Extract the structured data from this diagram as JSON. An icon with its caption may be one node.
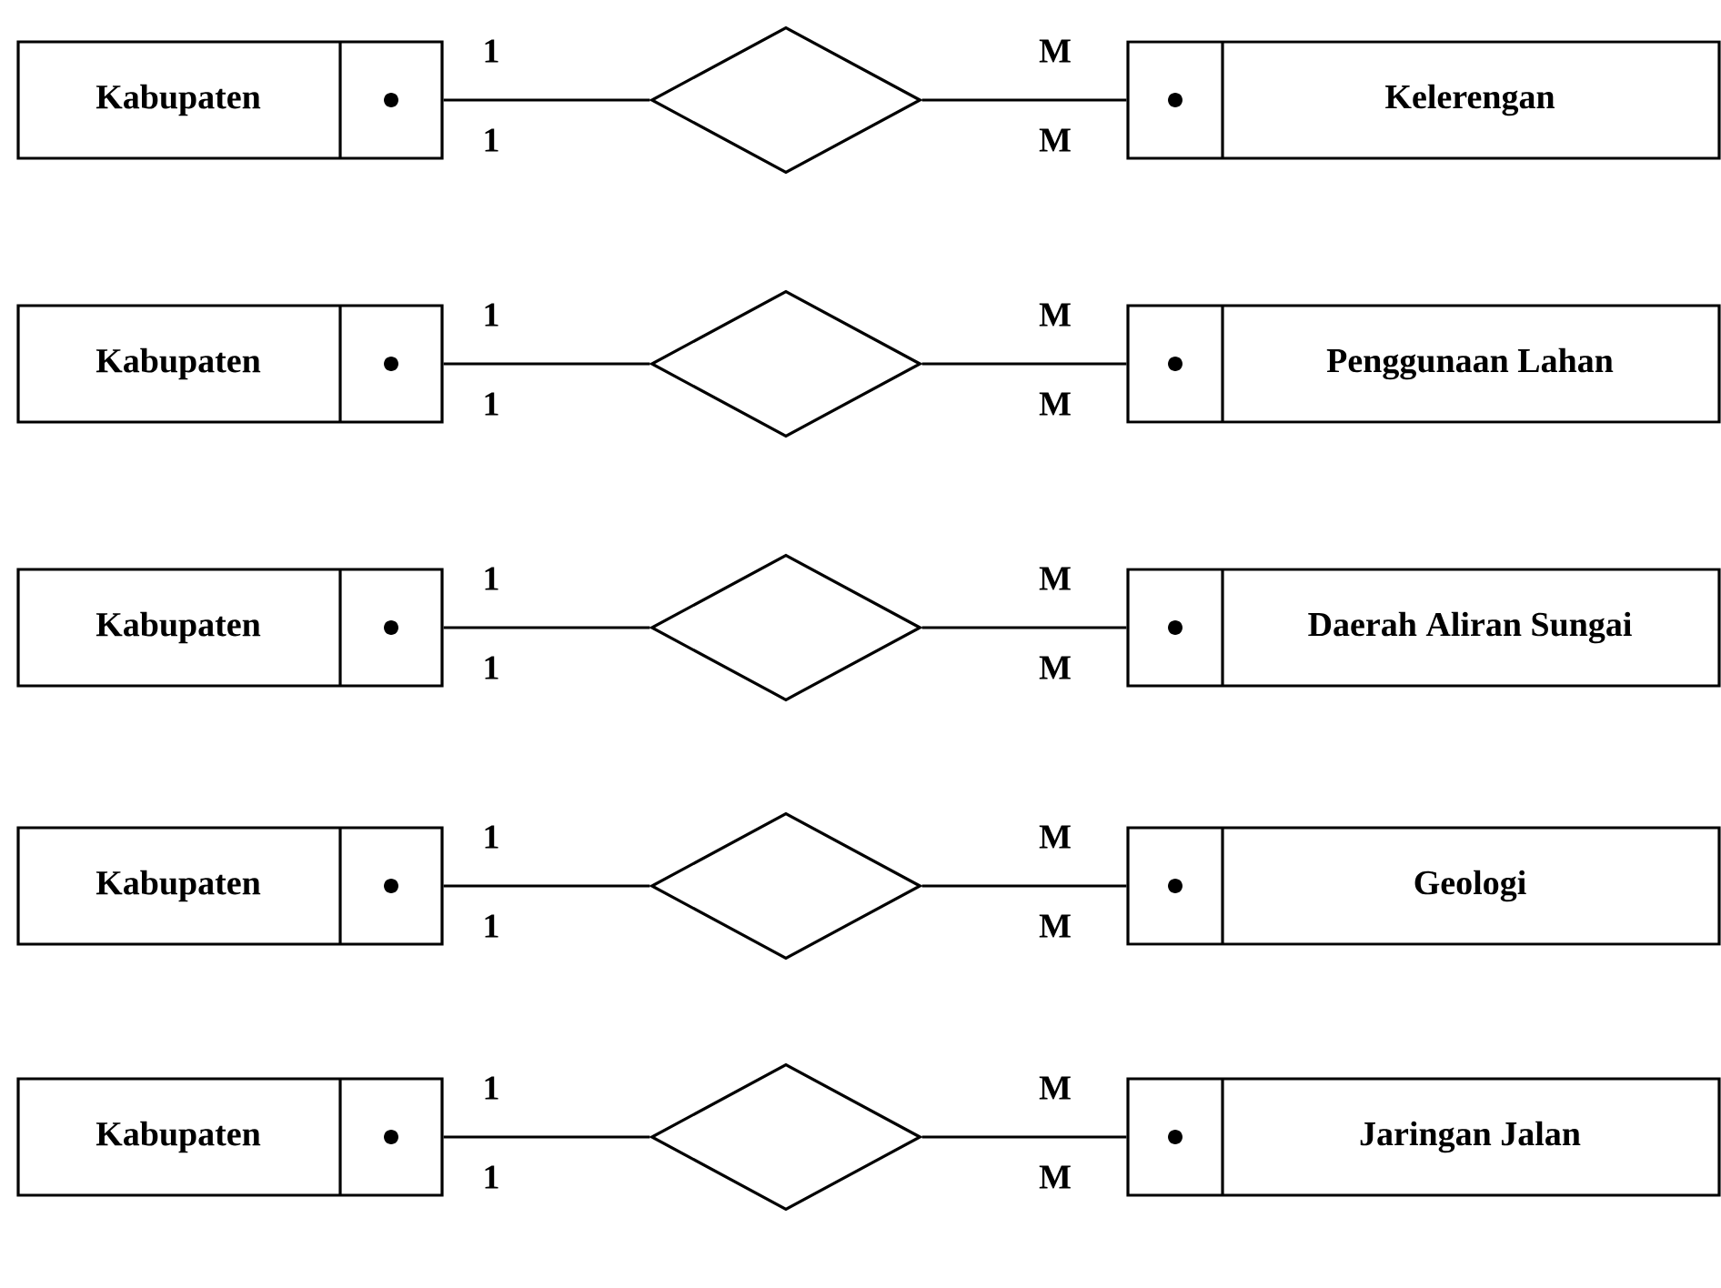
{
  "diagram": {
    "nodes": [
      {
        "text": [
          "Kabupaten"
        ]
      },
      {
        "text": [],
        "shape": "diamond"
      },
      {
        "text": [
          "Kelerengan"
        ]
      },
      {
        "text": [
          "Kabupaten"
        ]
      },
      {
        "text": [],
        "shape": "diamond"
      },
      {
        "text": [
          "Penggunaan Lahan"
        ]
      },
      {
        "text": [
          "Kabupaten"
        ]
      },
      {
        "text": [],
        "shape": "diamond"
      },
      {
        "text": [
          "Daerah Aliran Sungai"
        ]
      },
      {
        "text": [
          "Kabupaten"
        ]
      },
      {
        "text": [],
        "shape": "diamond"
      },
      {
        "text": [
          "Geologi"
        ]
      },
      {
        "text": [
          "Kabupaten"
        ]
      },
      {
        "text": [],
        "shape": "diamond"
      },
      {
        "text": [
          "Jaringan Jalan"
        ]
      }
    ],
    "edges": [
      {
        "from": 0,
        "to": 1,
        "arrow": "none"
      },
      {
        "from": 1,
        "to": 2,
        "arrow": "none"
      },
      {
        "from": 3,
        "to": 4,
        "arrow": "none"
      },
      {
        "from": 4,
        "to": 5,
        "arrow": "none"
      },
      {
        "from": 6,
        "to": 7,
        "arrow": "none"
      },
      {
        "from": 7,
        "to": 8,
        "arrow": "none"
      },
      {
        "from": 9,
        "to": 10,
        "arrow": "none"
      },
      {
        "from": 10,
        "to": 11,
        "arrow": "none"
      },
      {
        "from": 12,
        "to": 13,
        "arrow": "none"
      },
      {
        "from": 13,
        "to": 14,
        "arrow": "none"
      }
    ],
    "labels": [
      "1",
      "M",
      "1",
      "M",
      "1",
      "M",
      "1",
      "M",
      "1",
      "M",
      "1",
      "M",
      "1",
      "M",
      "1",
      "M",
      "1",
      "M",
      "1",
      "M"
    ]
  }
}
